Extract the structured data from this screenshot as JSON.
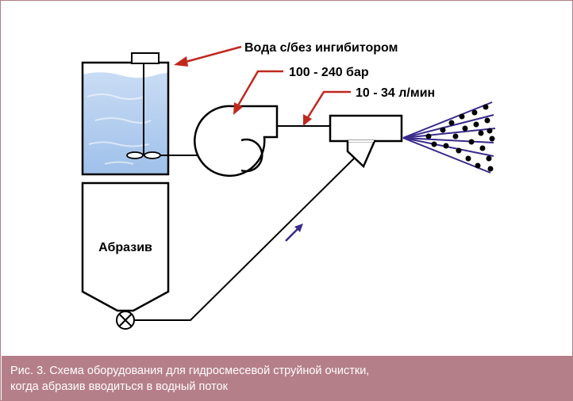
{
  "labels": {
    "water": "Вода с/без ингибитором",
    "pressure": "100 - 240 бар",
    "flow": "10 - 34 л/мин",
    "abrasive": "Абразив"
  },
  "caption": {
    "line1": "Рис. 3. Схема оборудования для гидросмесевой струйной очистки,",
    "line2": "когда абразив вводиться в водный поток"
  },
  "colors": {
    "arrow": "#c0281e",
    "water": "#a9c8ec",
    "spray": "#3b2a8c",
    "caption_bg": "#b57f89"
  }
}
